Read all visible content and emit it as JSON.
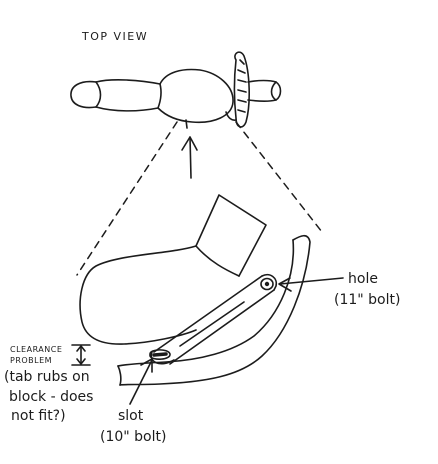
{
  "labels": {
    "top_view": "TOP VIEW",
    "hole": "hole",
    "hole_bolt": "(11\" bolt)",
    "clearance_1": "CLEARANCE",
    "clearance_2": "PROBLEM",
    "tab_1": "(tab rubs on",
    "tab_2": "block - does",
    "tab_3": "not fit?)",
    "slot": "slot",
    "slot_bolt": "(10\" bolt)"
  }
}
